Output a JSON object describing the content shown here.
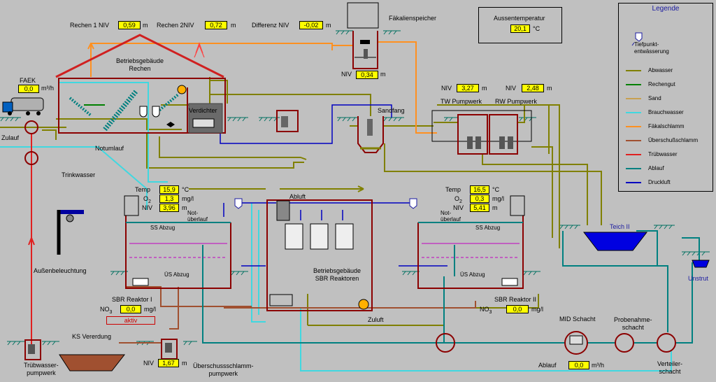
{
  "labels": {
    "faek": "FAEK",
    "faek_unit": "m³/h",
    "zulauf": "Zulauf",
    "notumlauf": "Notumlauf",
    "trinkwasser": "Trinkwasser",
    "rechen1": "Rechen 1 NIV",
    "rechen2": "Rechen 2NIV",
    "differenz": "Differenz NIV",
    "unit_m": "m",
    "gebaeude_rechen": "Betriebsgebäude\nRechen",
    "verdichter": "Verdichter",
    "faekalienspeicher": "Fäkalienspeicher",
    "niv": "NIV",
    "sandfang": "Sandfang",
    "aussentemp_title": "Aussentemperatur",
    "celsius": "°C",
    "tw_pumpwerk": "TW Pumpwerk",
    "rw_pumpwerk": "RW Pumpwerk",
    "temp": "Temp",
    "o2": "O",
    "o2_sub": "2",
    "mgl": "mg/l",
    "not_ueberlauf": "Not-\nüberlauf",
    "ss_abzug": "SS Abzug",
    "us_abzug": "ÜS Abzug",
    "abluft": "Abluft",
    "gebaeude_sbr": "Betriebsgebäude\nSBR Reaktoren",
    "zuluft": "Zuluft",
    "sbr1": "SBR Reaktor I",
    "sbr2": "SBR Reaktor II",
    "no3": "NO",
    "no3_sub": "3",
    "aktiv": "aktiv",
    "aussenbeleuchtung": "Außenbeleuchtung",
    "teich2": "Teich II",
    "unstrut": "Unstrut",
    "mid_schacht": "MID Schacht",
    "probenahme": "Probenahme-\nschacht",
    "verteiler": "Verteiler-\nschacht",
    "ablauf": "Ablauf",
    "ks_vererdung": "KS Vererdung",
    "truebwasser_pw": "Trübwasser-\npumpwerk",
    "ueberschuss_pw": "Überschussschlamm-\npumpwerk"
  },
  "values": {
    "faek": "0,0",
    "rechen1": "0,59",
    "rechen2": "0,72",
    "differenz": "-0,02",
    "faekal_niv": "0,34",
    "aussentemp": "20,1",
    "tw_niv": "3,27",
    "rw_niv": "2,48",
    "sbr1_temp": "15,9",
    "sbr1_o2": "1,3",
    "sbr1_niv": "3,96",
    "sbr1_no3": "0,0",
    "sbr2_temp": "16,5",
    "sbr2_o2": "0,3",
    "sbr2_niv": "5,41",
    "sbr2_no3": "0,0",
    "ues_niv": "1,67",
    "ablauf": "0,0"
  },
  "legend": {
    "title": "Legende",
    "items": [
      {
        "label": "Tiefpunkt-\nentwässerung",
        "color": "#1a1aa0",
        "icon": "drain-icon"
      },
      {
        "label": "Abwasser",
        "color": "#808000"
      },
      {
        "label": "Rechengut",
        "color": "#008000"
      },
      {
        "label": "Sand",
        "color": "#c8a050"
      },
      {
        "label": "Brauchwasser",
        "color": "#40d8e0"
      },
      {
        "label": "Fäkalschlamm",
        "color": "#ff9020"
      },
      {
        "label": "Überschußschlamm",
        "color": "#a05030"
      },
      {
        "label": "Trübwasser",
        "color": "#e02020"
      },
      {
        "label": "Ablauf",
        "color": "#008080"
      },
      {
        "label": "Druckluft",
        "color": "#0000c0"
      }
    ]
  }
}
